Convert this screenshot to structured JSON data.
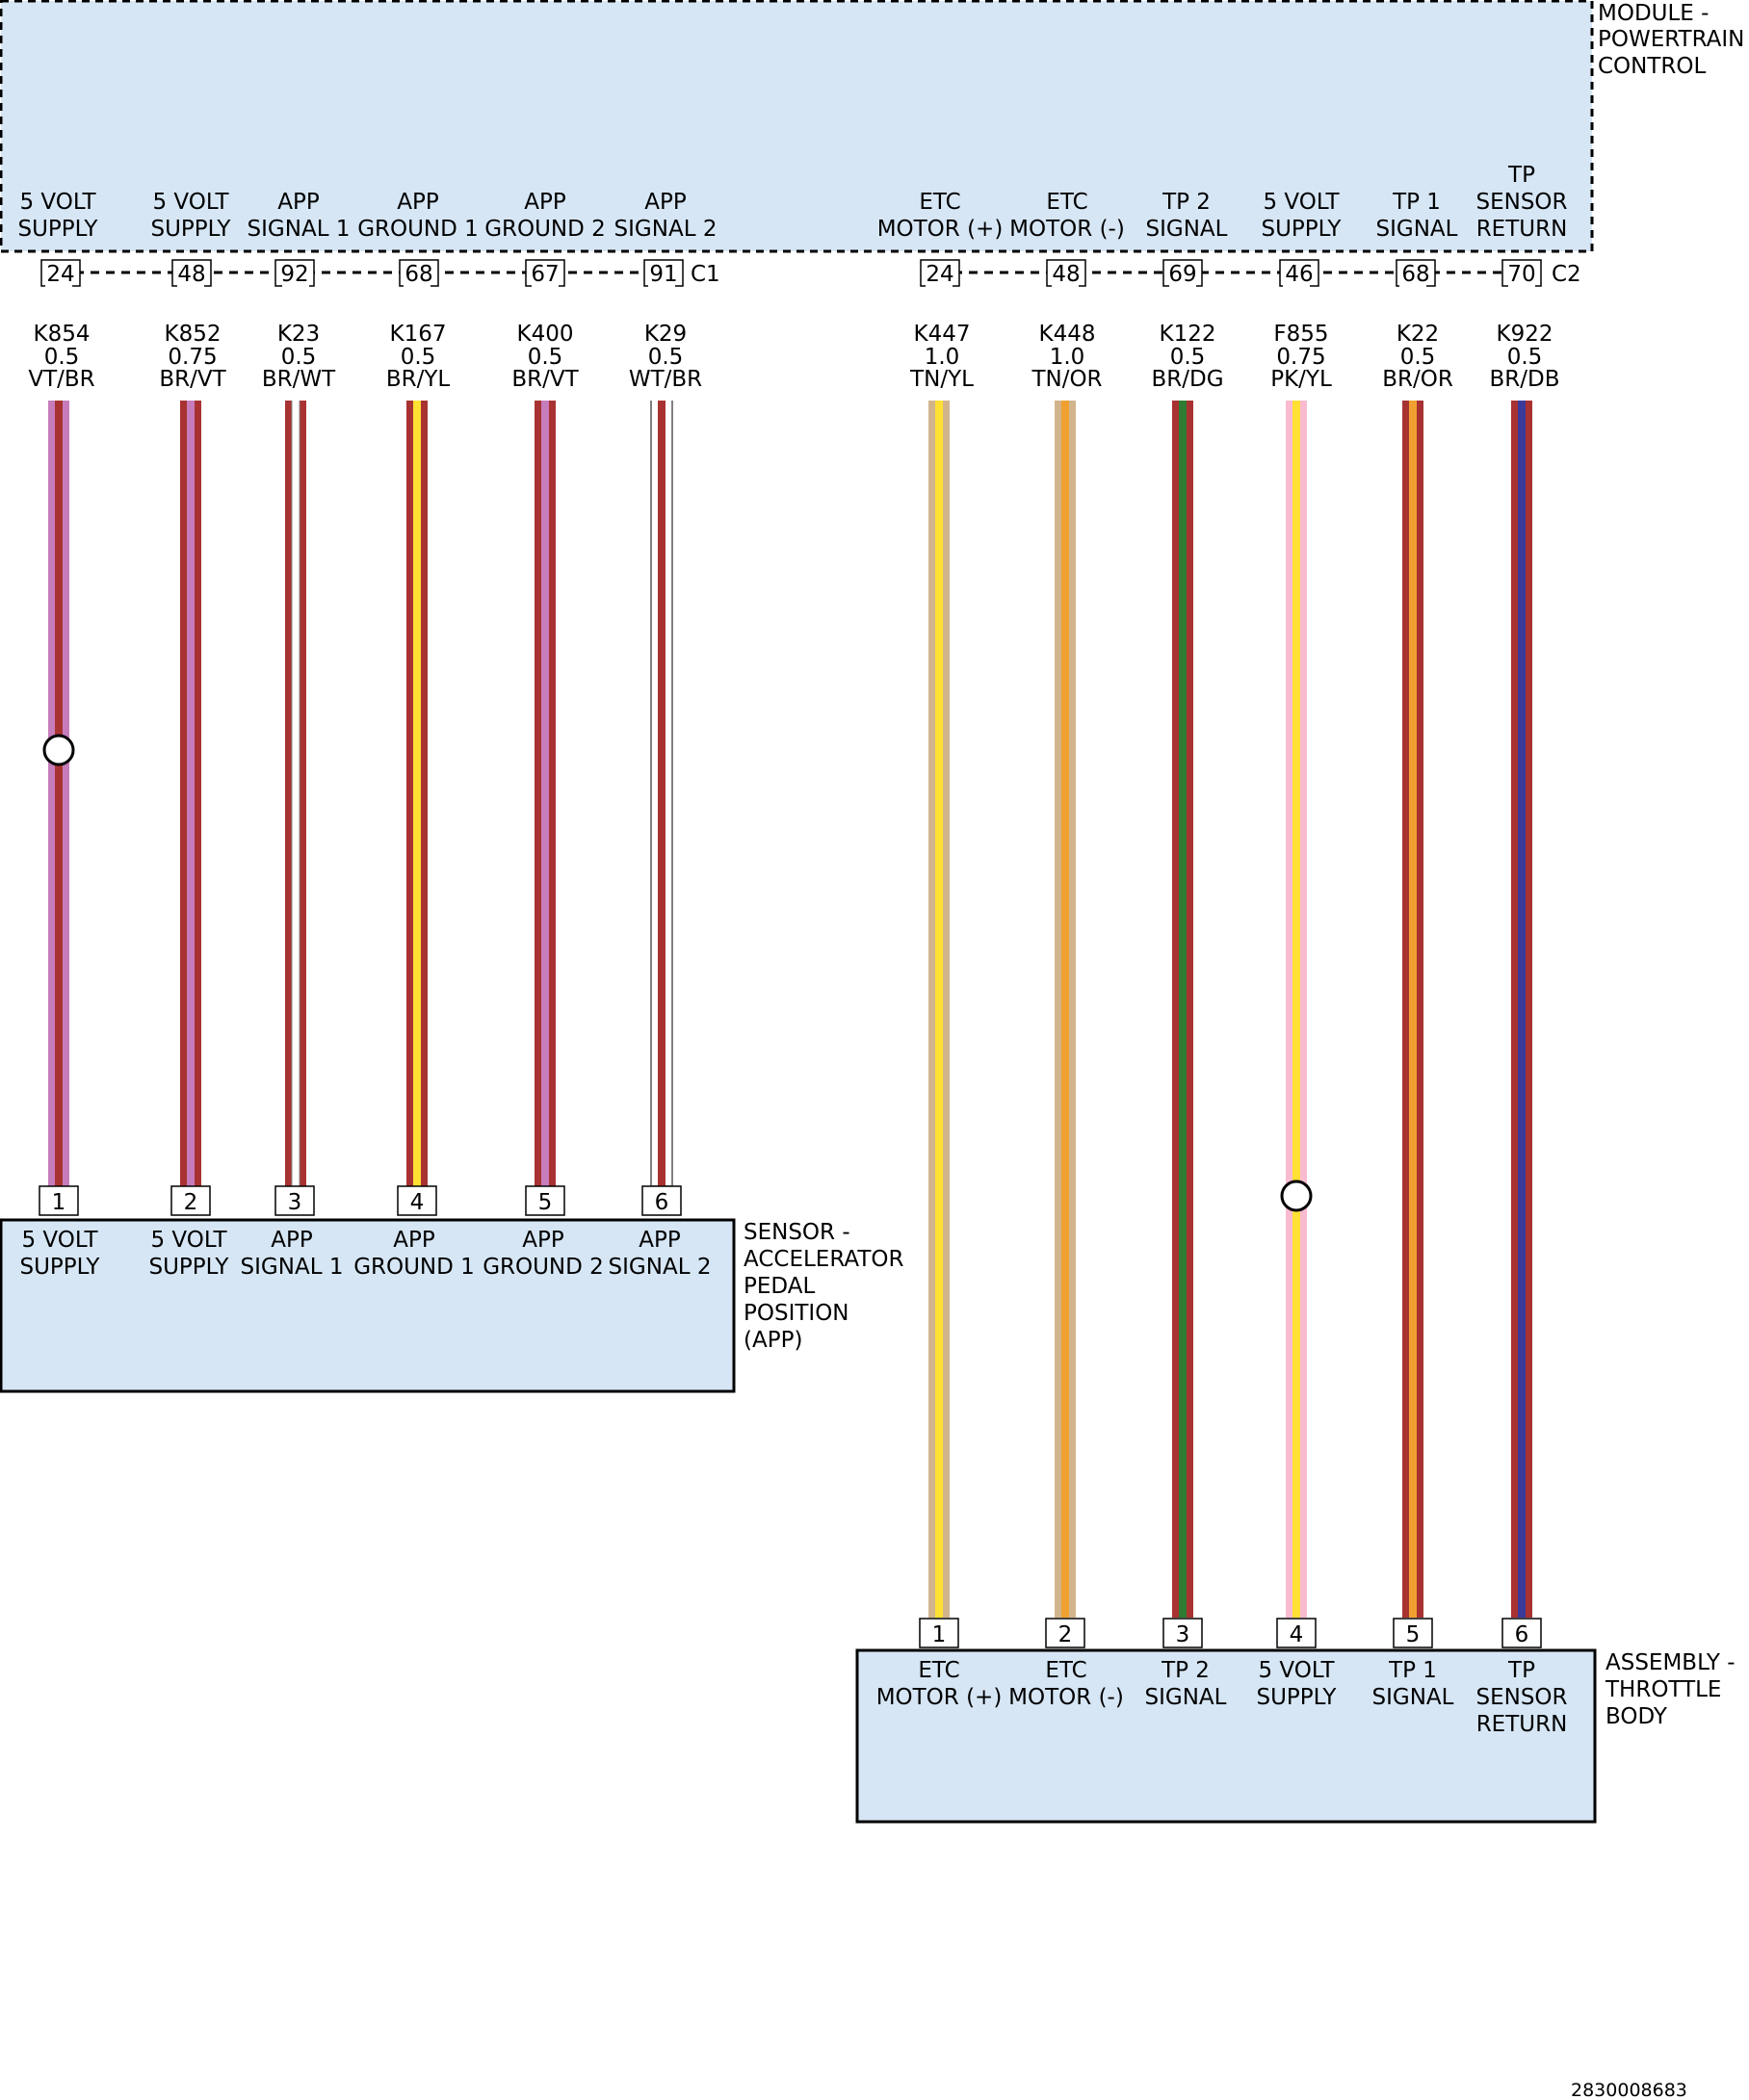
{
  "colors": {
    "box_fill": "#d6e6f5",
    "VT": "#c77dbb",
    "BR": "#a83232",
    "WT": "#ffffff",
    "YL": "#ffe033",
    "TN": "#d2b48c",
    "OR": "#f0a030",
    "DG": "#2e7d32",
    "PK": "#f8bbd0",
    "DB": "#3a3a9a"
  },
  "pcm": {
    "name_lines": [
      "MODULE -",
      "POWERTRAIN",
      "CONTROL"
    ],
    "c1_label": "C1",
    "c2_label": "C2",
    "c1_pins": [
      {
        "pin": "24",
        "func": [
          "5 VOLT",
          "SUPPLY"
        ]
      },
      {
        "pin": "48",
        "func": [
          "5 VOLT",
          "SUPPLY"
        ]
      },
      {
        "pin": "92",
        "func": [
          "APP",
          "SIGNAL 1"
        ]
      },
      {
        "pin": "68",
        "func": [
          "APP",
          "GROUND 1"
        ]
      },
      {
        "pin": "67",
        "func": [
          "APP",
          "GROUND 2"
        ]
      },
      {
        "pin": "91",
        "func": [
          "APP",
          "SIGNAL 2"
        ]
      }
    ],
    "c2_pins": [
      {
        "pin": "24",
        "func": [
          "ETC",
          "MOTOR (+)"
        ]
      },
      {
        "pin": "48",
        "func": [
          "ETC",
          "MOTOR (-)"
        ]
      },
      {
        "pin": "69",
        "func": [
          "TP 2",
          "SIGNAL"
        ]
      },
      {
        "pin": "46",
        "func": [
          "5 VOLT",
          "SUPPLY"
        ]
      },
      {
        "pin": "68",
        "func": [
          "TP 1",
          "SIGNAL"
        ]
      },
      {
        "pin": "70",
        "func": [
          "TP",
          "SENSOR",
          "RETURN"
        ]
      }
    ]
  },
  "wires": [
    {
      "circuit": "K854",
      "gauge": "0.5",
      "color": "VT/BR",
      "base": "VT",
      "stripe": "BR",
      "splice": true
    },
    {
      "circuit": "K852",
      "gauge": "0.75",
      "color": "BR/VT",
      "base": "BR",
      "stripe": "VT",
      "splice": false
    },
    {
      "circuit": "K23",
      "gauge": "0.5",
      "color": "BR/WT",
      "base": "BR",
      "stripe": "WT",
      "splice": false
    },
    {
      "circuit": "K167",
      "gauge": "0.5",
      "color": "BR/YL",
      "base": "BR",
      "stripe": "YL",
      "splice": false
    },
    {
      "circuit": "K400",
      "gauge": "0.5",
      "color": "BR/VT",
      "base": "BR",
      "stripe": "VT",
      "splice": false
    },
    {
      "circuit": "K29",
      "gauge": "0.5",
      "color": "WT/BR",
      "base": "WT",
      "stripe": "BR",
      "splice": false
    },
    {
      "circuit": "K447",
      "gauge": "1.0",
      "color": "TN/YL",
      "base": "TN",
      "stripe": "YL",
      "splice": false
    },
    {
      "circuit": "K448",
      "gauge": "1.0",
      "color": "TN/OR",
      "base": "TN",
      "stripe": "OR",
      "splice": false
    },
    {
      "circuit": "K122",
      "gauge": "0.5",
      "color": "BR/DG",
      "base": "BR",
      "stripe": "DG",
      "splice": false
    },
    {
      "circuit": "F855",
      "gauge": "0.75",
      "color": "PK/YL",
      "base": "PK",
      "stripe": "YL",
      "splice": true
    },
    {
      "circuit": "K22",
      "gauge": "0.5",
      "color": "BR/OR",
      "base": "BR",
      "stripe": "OR",
      "splice": false
    },
    {
      "circuit": "K922",
      "gauge": "0.5",
      "color": "BR/DB",
      "base": "BR",
      "stripe": "DB",
      "splice": false
    }
  ],
  "app_sensor": {
    "name_lines": [
      "SENSOR -",
      "ACCELERATOR",
      "PEDAL",
      "POSITION",
      "(APP)"
    ],
    "pins": [
      {
        "pin": "1",
        "func": [
          "5 VOLT",
          "SUPPLY"
        ]
      },
      {
        "pin": "2",
        "func": [
          "5 VOLT",
          "SUPPLY"
        ]
      },
      {
        "pin": "3",
        "func": [
          "APP",
          "SIGNAL 1"
        ]
      },
      {
        "pin": "4",
        "func": [
          "APP",
          "GROUND 1"
        ]
      },
      {
        "pin": "5",
        "func": [
          "APP",
          "GROUND 2"
        ]
      },
      {
        "pin": "6",
        "func": [
          "APP",
          "SIGNAL 2"
        ]
      }
    ]
  },
  "throttle_body": {
    "name_lines": [
      "ASSEMBLY -",
      "THROTTLE",
      "BODY"
    ],
    "pins": [
      {
        "pin": "1",
        "func": [
          "ETC",
          "MOTOR (+)"
        ]
      },
      {
        "pin": "2",
        "func": [
          "ETC",
          "MOTOR (-)"
        ]
      },
      {
        "pin": "3",
        "func": [
          "TP 2",
          "SIGNAL"
        ]
      },
      {
        "pin": "4",
        "func": [
          "5 VOLT",
          "SUPPLY"
        ]
      },
      {
        "pin": "5",
        "func": [
          "TP 1",
          "SIGNAL"
        ]
      },
      {
        "pin": "6",
        "func": [
          "TP",
          "SENSOR",
          "RETURN"
        ]
      }
    ]
  },
  "figure_id": "2830008683"
}
